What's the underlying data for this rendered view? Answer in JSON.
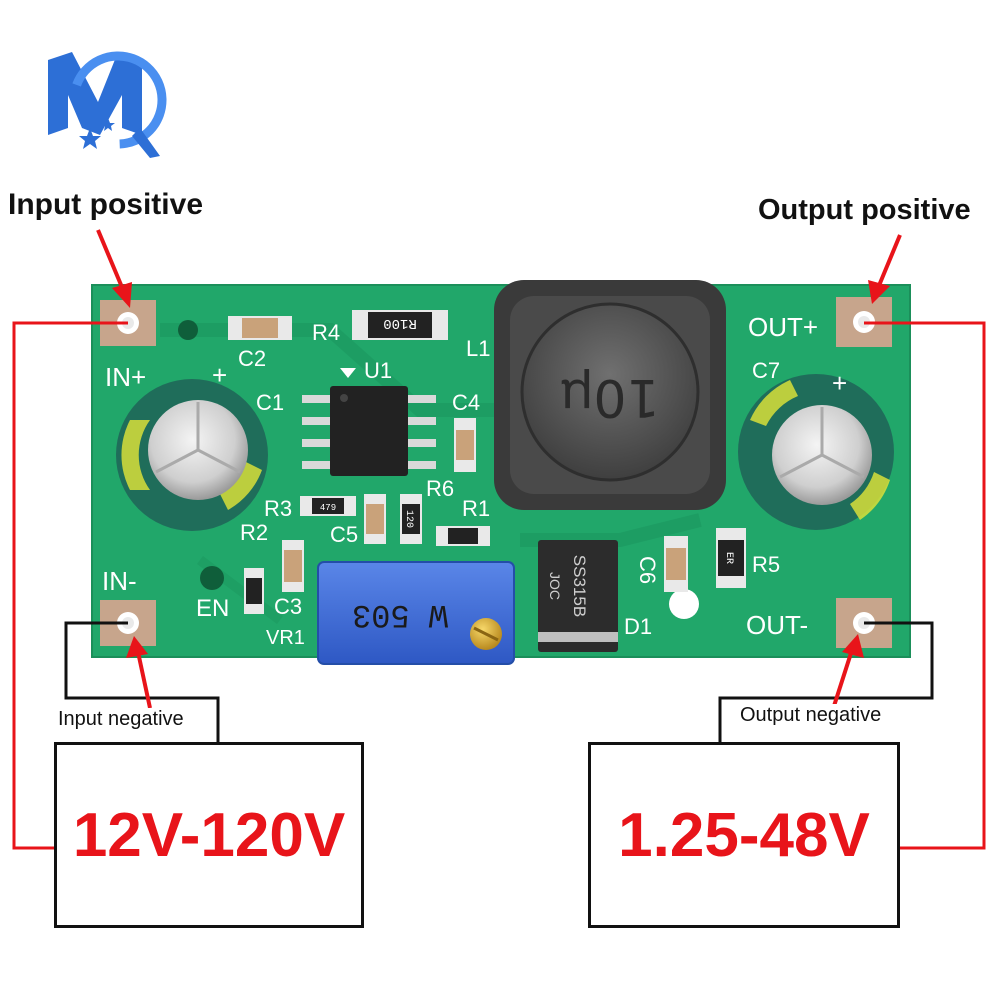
{
  "callouts": {
    "input_positive": "Input positive",
    "output_positive": "Output positive",
    "input_negative": "Input negative",
    "output_negative": "Output negative"
  },
  "boxes": {
    "input_range": "12V-120V",
    "output_range": "1.25-48V"
  },
  "board_silkscreen": {
    "in_plus": "IN+",
    "in_minus": "IN-",
    "out_plus": "OUT+",
    "out_minus": "OUT-",
    "plus_sign": "+",
    "c1": "C1",
    "c2": "C2",
    "c3": "C3",
    "c4": "C4",
    "c5": "C5",
    "c6": "C6",
    "c7": "C7",
    "r1": "R1",
    "r2": "R2",
    "r3": "R3",
    "r4": "R4",
    "r5": "R5",
    "r6": "R6",
    "u1": "U1",
    "l1": "L1",
    "d1": "D1",
    "en": "EN",
    "vr1": "VR1"
  },
  "component_marks": {
    "inductor": "10μ",
    "diode": "SS315B",
    "diode_sub": "JOC",
    "resistor_r4": "R100",
    "resistor_r6": "120",
    "resistor_r3": "479",
    "pot": "W 503",
    "r5_mark": "ER"
  },
  "colors": {
    "pcb": "#21a76a",
    "pcb_dark": "#15804f",
    "wire_red": "#e8141a",
    "wire_black": "#111111",
    "logo_blue": "#2d6fd6"
  }
}
